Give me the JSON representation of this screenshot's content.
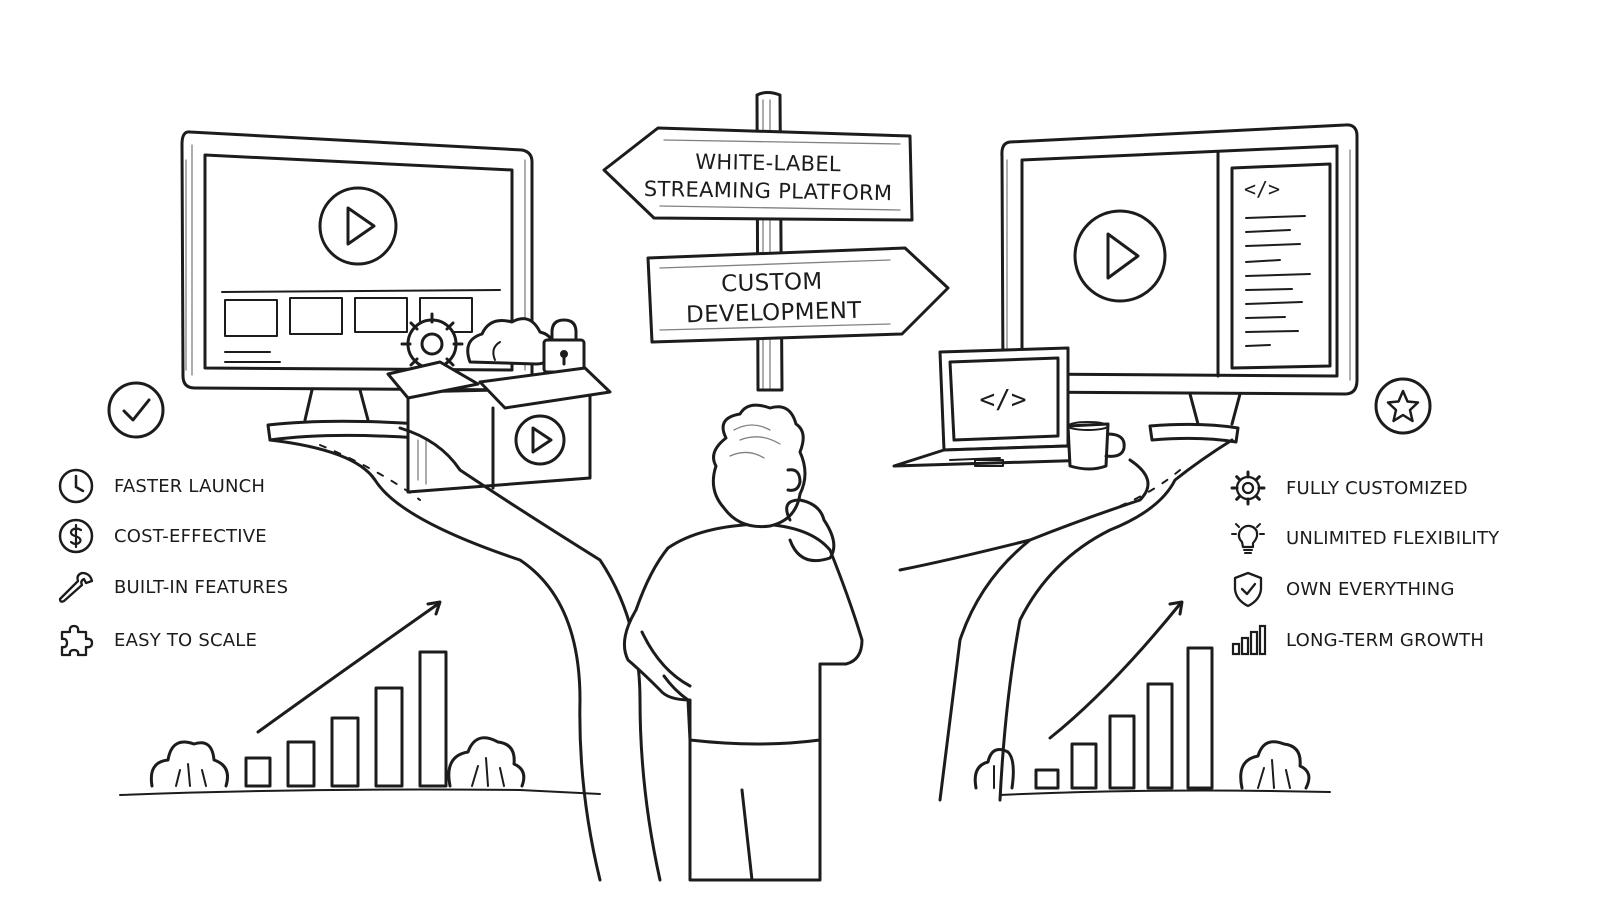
{
  "signpost": {
    "left_arrow": {
      "line1": "WHITE-LABEL",
      "line2": "STREAMING PLATFORM"
    },
    "right_arrow": {
      "line1": "CUSTOM",
      "line2": "DEVELOPMENT"
    }
  },
  "white_label": {
    "badge_icon": "checkmark-icon",
    "features": [
      {
        "icon": "clock-icon",
        "label": "FASTER LAUNCH"
      },
      {
        "icon": "dollar-icon",
        "label": "COST-EFFECTIVE"
      },
      {
        "icon": "wrench-icon",
        "label": "BUILT-IN FEATURES"
      },
      {
        "icon": "puzzle-icon",
        "label": "EASY TO SCALE"
      }
    ]
  },
  "custom_dev": {
    "badge_icon": "star-icon",
    "features": [
      {
        "icon": "gear-icon",
        "label": "FULLY CUSTOMIZED"
      },
      {
        "icon": "lightbulb-icon",
        "label": "UNLIMITED FLEXIBILITY"
      },
      {
        "icon": "shield-check-icon",
        "label": "OWN EVERYTHING"
      },
      {
        "icon": "bar-chart-icon",
        "label": "LONG-TERM GROWTH"
      }
    ]
  },
  "laptop_screen_symbol": "</>",
  "code_panel_symbol": "</>",
  "colors": {
    "ink": "#1c1c1c",
    "paper": "#ffffff"
  }
}
